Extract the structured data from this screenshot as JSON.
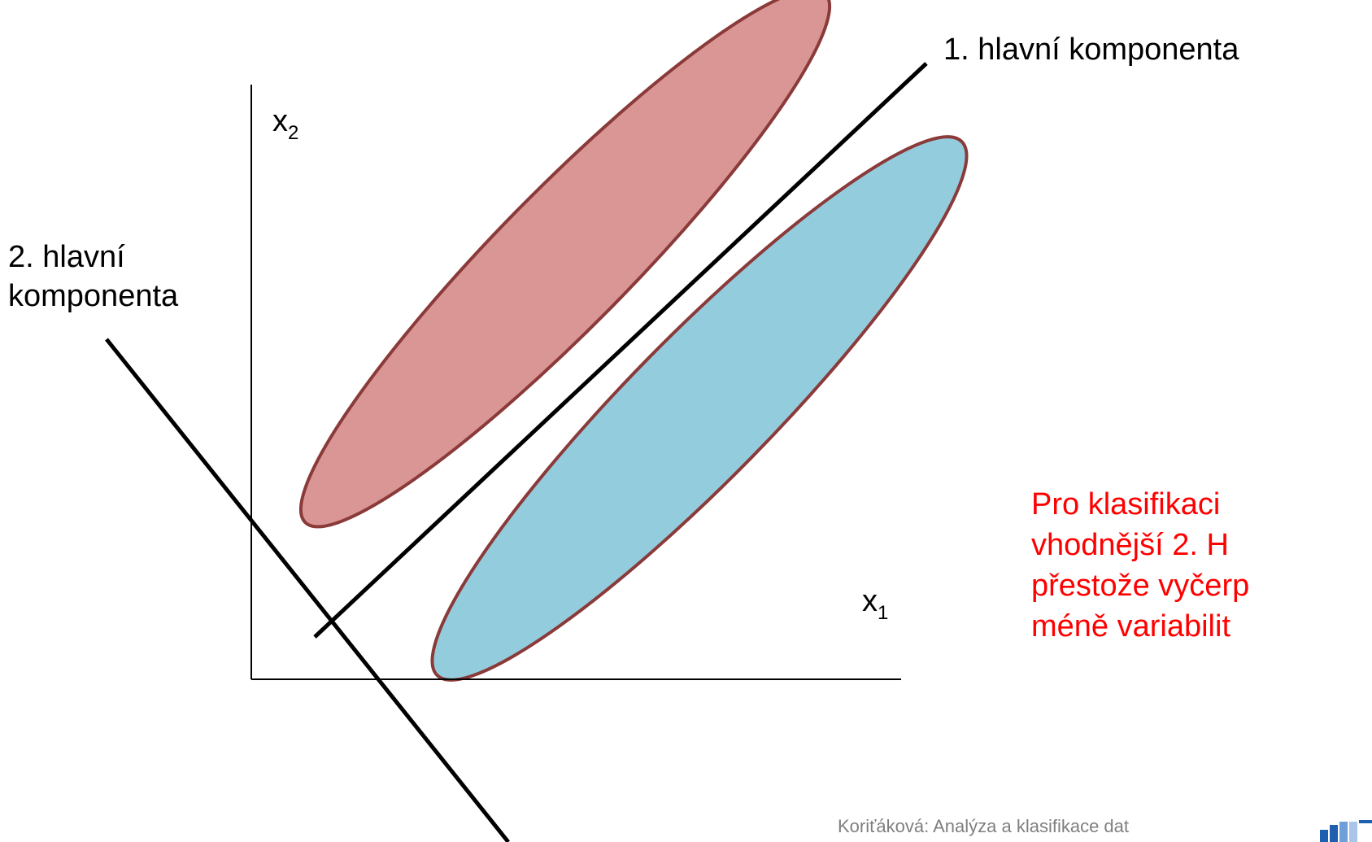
{
  "diagram": {
    "pc1_label": "1. hlavní komponenta",
    "pc2_label_line1": "2. hlavní",
    "pc2_label_line2": "komponenta",
    "x2_axis": "x",
    "x2_subscript": "2",
    "x1_axis": "x",
    "x1_subscript": "1",
    "note_lines": [
      "Pro klasifikaci",
      "vhodnější  2. H",
      "přestože vyčerp",
      "méně variabilit"
    ],
    "colors": {
      "red_cluster_fill": "#d99694",
      "blue_cluster_fill": "#93cddd",
      "cluster_outline": "#8b3a3a",
      "note_text": "#ff0000",
      "footer_text": "#7f7f7f",
      "logo_blue": "#1f5fb0"
    }
  },
  "footer": {
    "text": "Koriťáková: Analýza a klasifikace dat"
  },
  "logo": {
    "icon": "university-logo-icon"
  }
}
